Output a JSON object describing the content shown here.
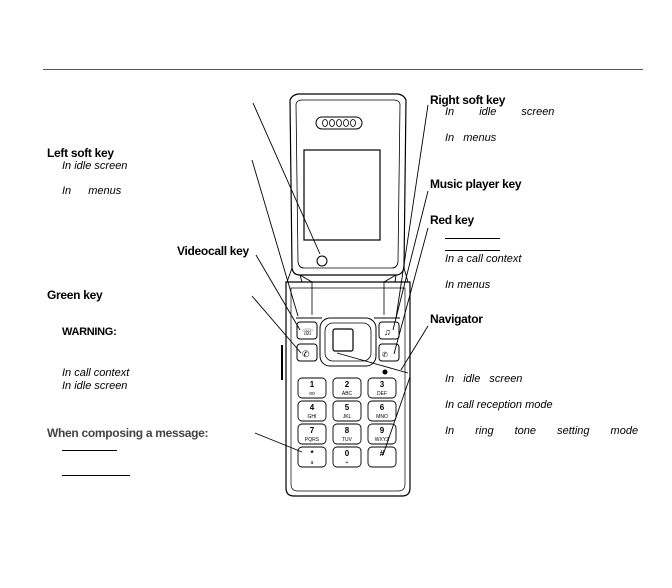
{
  "labels": {
    "right_soft_key": {
      "title": "Right soft key",
      "idle": "In idle screen",
      "menus": "In menus"
    },
    "left_soft_key": {
      "title": "Left soft key",
      "idle": "In idle screen",
      "menus": "In menus"
    },
    "music_player_key": {
      "title": "Music player key"
    },
    "red_key": {
      "title": "Red key",
      "call_context": "In a call context",
      "menus": "In menus"
    },
    "videocall_key": {
      "title": "Videocall key"
    },
    "green_key": {
      "title": "Green key",
      "warning": "WARNING:",
      "call_context": "In call context",
      "idle": "In idle screen"
    },
    "navigator": {
      "title": "Navigator",
      "idle": "In idle screen",
      "call_reception": "In call reception mode",
      "ring_tone": "In ring tone setting mode"
    },
    "composing": {
      "title": "When composing a message:"
    }
  },
  "keypad": {
    "keys": [
      {
        "digit": "1",
        "letters": "oo"
      },
      {
        "digit": "2",
        "letters": "ABC"
      },
      {
        "digit": "3",
        "letters": "DEF"
      },
      {
        "digit": "4",
        "letters": "GHI"
      },
      {
        "digit": "5",
        "letters": "JKL"
      },
      {
        "digit": "6",
        "letters": "MNO"
      },
      {
        "digit": "7",
        "letters": "PQRS"
      },
      {
        "digit": "8",
        "letters": "TUV"
      },
      {
        "digit": "9",
        "letters": "WXYZ"
      },
      {
        "digit": "*",
        "letters": "a"
      },
      {
        "digit": "0",
        "letters": "+"
      },
      {
        "digit": "#",
        "letters": ""
      }
    ]
  },
  "colors": {
    "line": "#000000",
    "rule": "#555555",
    "phone_fill": "#ffffff"
  }
}
